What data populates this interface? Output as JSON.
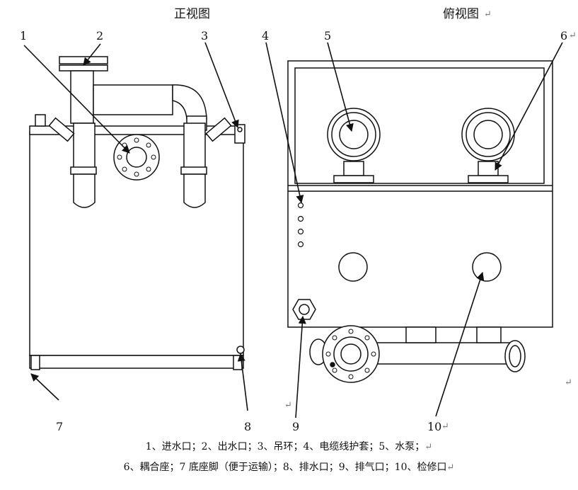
{
  "titles": {
    "front_view": "正视图",
    "top_view": "俯视图"
  },
  "callouts": {
    "c1": "1",
    "c2": "2",
    "c3": "3",
    "c4": "4",
    "c5": "5",
    "c6": "6",
    "c7": "7",
    "c8": "8",
    "c9": "9",
    "c10": "10"
  },
  "legend": {
    "line1": "1、进水口；2、出水口；3、吊环；4、电缆线护套；5、水泵；",
    "line2": "6、耦合座；7 底座脚（便于运输）；8、排水口；9、排气口；10、检修口"
  },
  "return_mark": "↵"
}
